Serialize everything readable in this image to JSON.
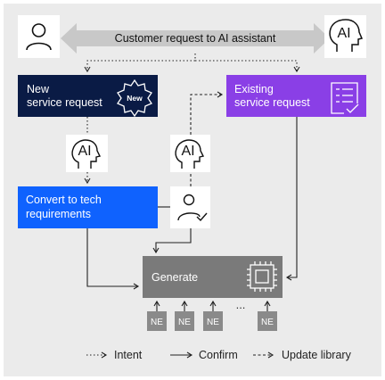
{
  "banner": {
    "label": "Customer request to AI assistant"
  },
  "boxes": {
    "new_request": [
      "New",
      "service request"
    ],
    "new_badge": "New",
    "existing_request": [
      "Existing",
      "service request"
    ],
    "convert": [
      "Convert to tech",
      "requirements"
    ],
    "generate": "Generate"
  },
  "ai_text": "AI",
  "ne_label": "NE",
  "ellipsis": "...",
  "legend": {
    "intent": "Intent",
    "confirm": "Confirm",
    "update": "Update library"
  },
  "colors": {
    "panel": "#ebebeb",
    "navy": "#0a1b45",
    "purple": "#8a3fe6",
    "blue": "#0f62fe",
    "gray_box": "#7a7a7a",
    "ne_box": "#8a8a8a",
    "banner_arrow": "#c8c8c8"
  },
  "icons": [
    "user-icon",
    "ai-assistant-icon",
    "new-badge-icon",
    "checklist-icon",
    "ai-head-icon",
    "user-check-icon",
    "chip-icon"
  ]
}
